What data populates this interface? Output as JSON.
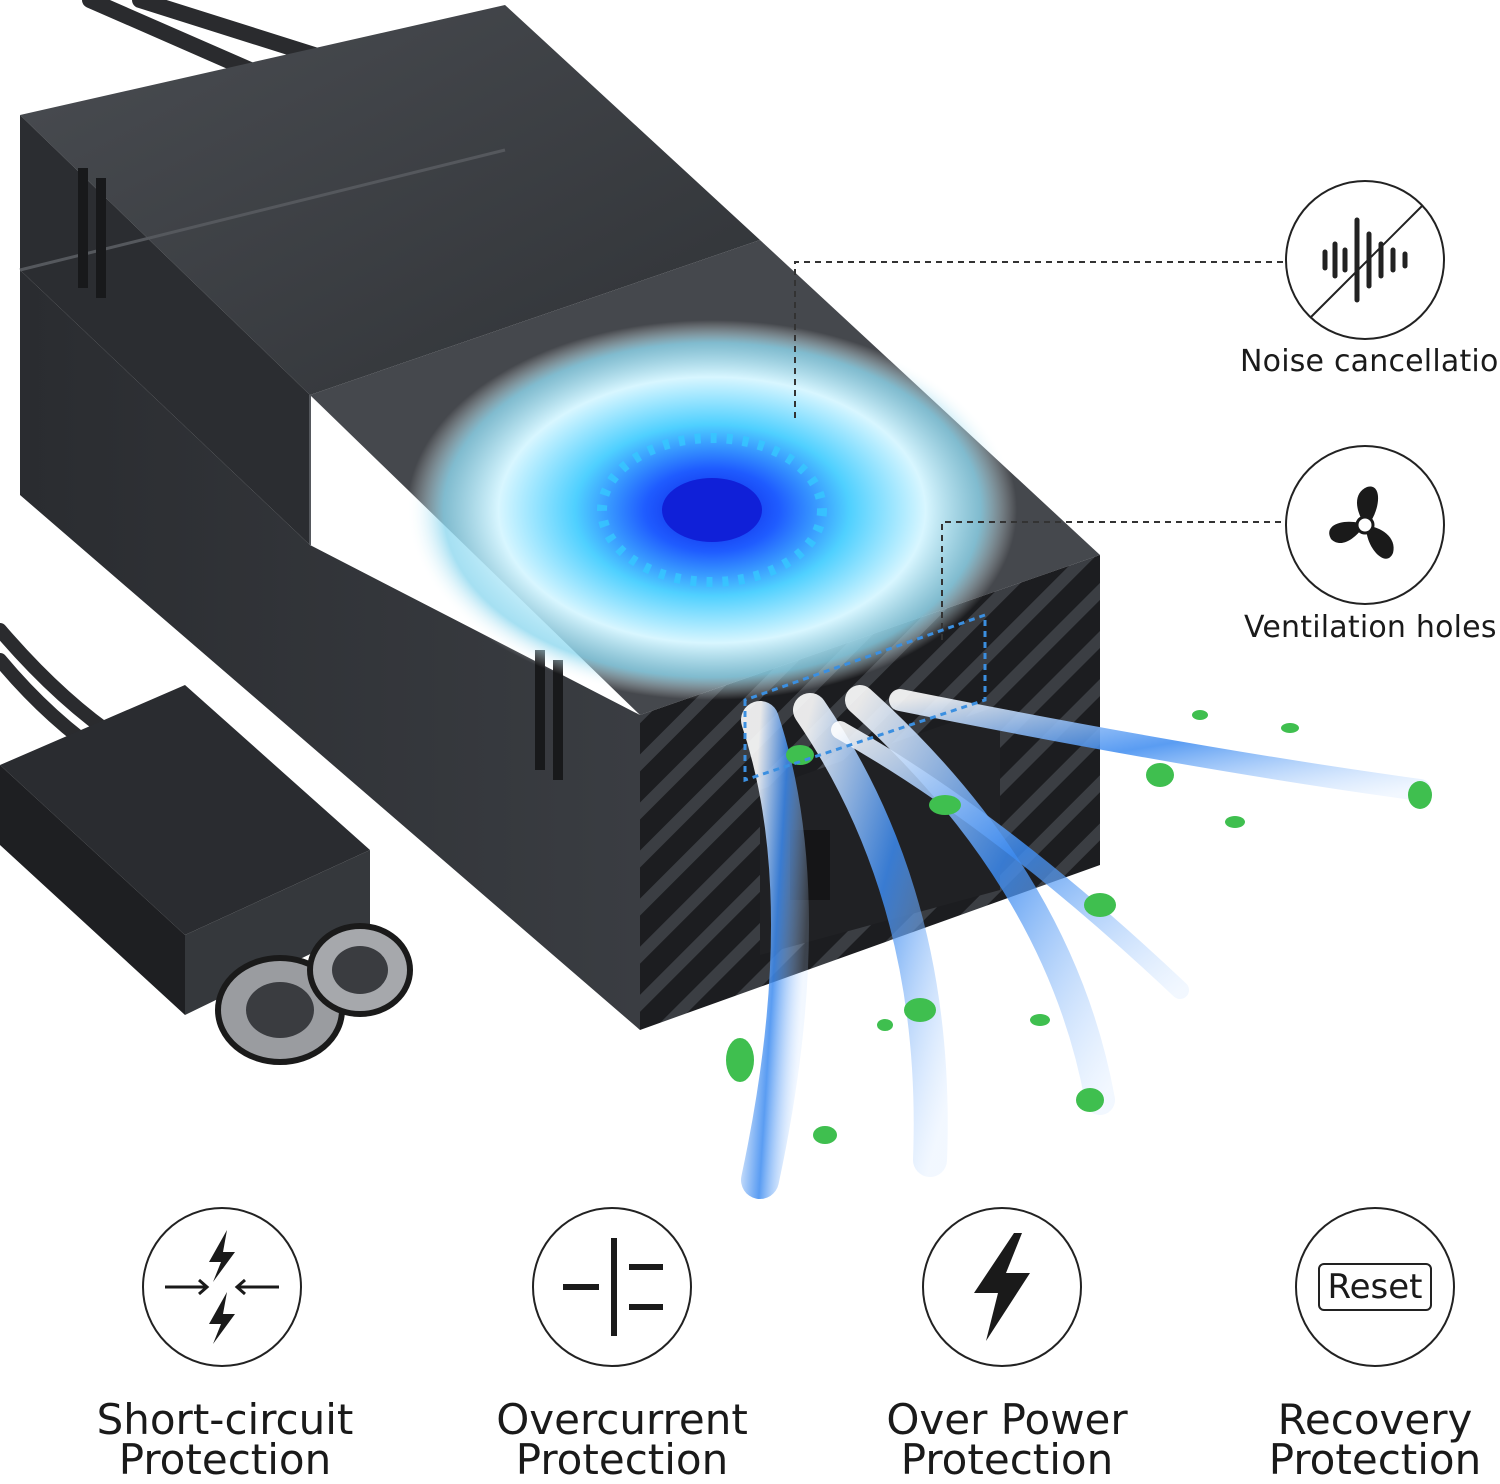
{
  "callouts": [
    {
      "id": "noise",
      "label": "Noise cancellation",
      "icon": "noise-cancel-icon"
    },
    {
      "id": "vent",
      "label": "Ventilation holes",
      "icon": "fan-icon"
    }
  ],
  "protections": [
    {
      "id": "short",
      "line1": "Short-circuit",
      "line2": "Protection",
      "icon": "short-circuit-icon"
    },
    {
      "id": "overcurrent",
      "line1": "Overcurrent",
      "line2": "Protection",
      "icon": "capacitor-icon"
    },
    {
      "id": "overpower",
      "line1": "Over Power",
      "line2": "Protection",
      "icon": "lightning-icon"
    },
    {
      "id": "recovery",
      "line1": "Recovery",
      "line2": "Protection",
      "icon": "reset-icon",
      "icon_text": "Reset"
    }
  ],
  "colors": {
    "body_dark": "#2d2f33",
    "body_mid": "#3a3d42",
    "airflow_blue": "#2f7fe6",
    "fan_core": "#1a2fd8",
    "leaf_green": "#3fbf4f"
  }
}
